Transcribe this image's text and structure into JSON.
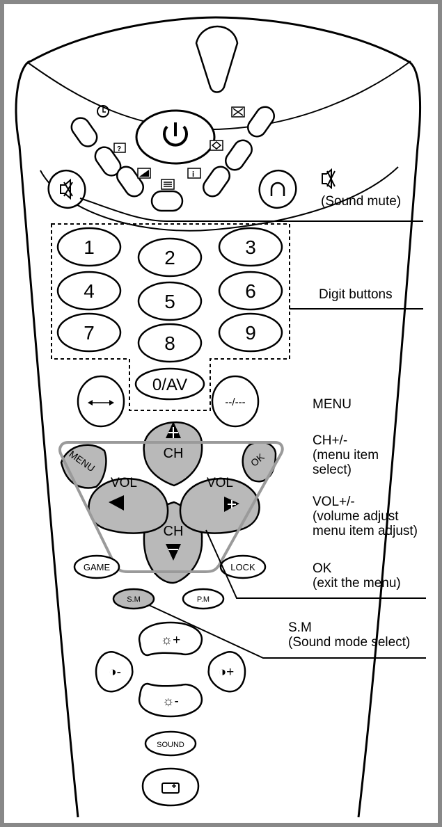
{
  "digits": [
    "1",
    "2",
    "3",
    "4",
    "5",
    "6",
    "7",
    "8",
    "9"
  ],
  "zero_av_label": "0/AV",
  "dash_label": "--/---",
  "nav": {
    "menu_label": "MENU",
    "ok_label": "OK",
    "ch_label": "CH",
    "vol_label": "VOL"
  },
  "lower_buttons": {
    "game_label": "GAME",
    "lock_label": "LOCK",
    "sm_label": "S.M",
    "pm_label": "P.M",
    "sound_label": "SOUND",
    "brightness_up_label": "☼+",
    "brightness_down_label": "☼-",
    "contrast_down_label": "◑-",
    "contrast_up_label": "◑+"
  },
  "callouts": {
    "mute_line2": "(Sound mute)",
    "digit_buttons": "Digit buttons",
    "menu": "MENU",
    "ch_line1": "CH+/-",
    "ch_line2": "(menu item",
    "ch_line3": "select)",
    "vol_line1": "VOL+/-",
    "vol_line2": "(volume adjust",
    "vol_line3": "menu item adjust)",
    "ok_line1": "OK",
    "ok_line2": "(exit the menu)",
    "sm_line1": "S.M",
    "sm_line2": "(Sound mode select)"
  },
  "icons": [
    "power-icon",
    "clock-icon",
    "mute-icon",
    "headphone-icon",
    "help-icon",
    "teletext-icon",
    "info-icon",
    "swap-icon",
    "picture-icon"
  ],
  "colors": {
    "nav_fill": "#b9b9b9",
    "frame": "#888888",
    "outline": "#000000"
  }
}
